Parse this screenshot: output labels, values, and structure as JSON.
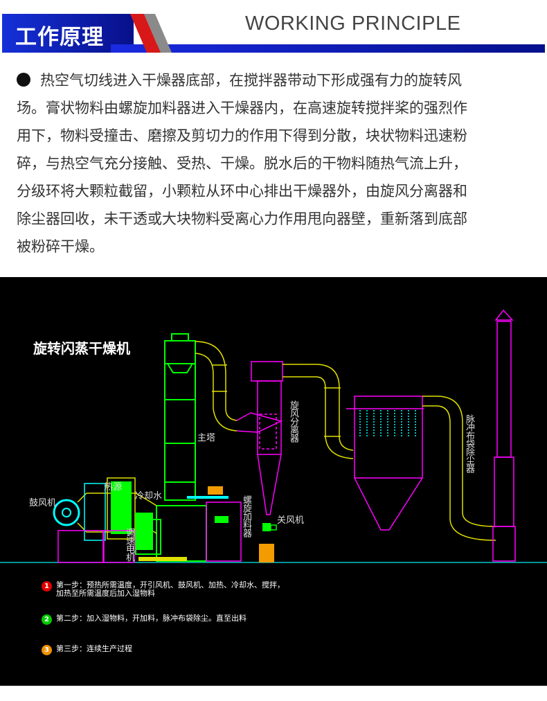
{
  "header": {
    "title": "工作原理",
    "subtitle": "WORKING PRINCIPLE"
  },
  "description": {
    "lines": [
      "热空气切线进入干燥器底部，在搅拌器带动下形成强有力的旋转风",
      "场。膏状物料由螺旋加料器进入干燥器内，在高速旋转搅拌桨的强烈作",
      "用下，物料受撞击、磨擦及剪切力的作用下得到分散，块状物料迅速粉",
      "碎，与热空气充分接触、受热、干燥。脱水后的干物料随热气流上升，",
      "分级环将大颗粒截留，小颗粒从环中心排出干燥器外，由旋风分离器和",
      "除尘器回收，未干透或大块物料受离心力作用甩向器壁，重新落到底部",
      "被粉碎干燥。"
    ]
  },
  "diagram": {
    "title": "旋转闪蒸干燥机",
    "labels": {
      "blower": "鼓风机",
      "heat_source": "热源",
      "cooling_water": "冷却水",
      "main_tower": "主塔",
      "cyclone": "旋风分离器",
      "bag_filter": "脉冲布袋除尘器",
      "screw_feeder": "螺旋加料器",
      "airlock": "关风机",
      "motor": "调速电机"
    },
    "steps": [
      {
        "num": "1",
        "color": "#e00000",
        "text": "第一步：预热所需温度，开引风机、鼓风机、加热、冷却水、搅拌，",
        "text2": "加热至所需温度后加入湿物料"
      },
      {
        "num": "2",
        "color": "#00cc00",
        "text": "第二步：加入湿物料，开加料，脉冲布袋除尘。直至出料"
      },
      {
        "num": "3",
        "color": "#f09000",
        "text": "第三步：连续生产过程"
      }
    ]
  }
}
